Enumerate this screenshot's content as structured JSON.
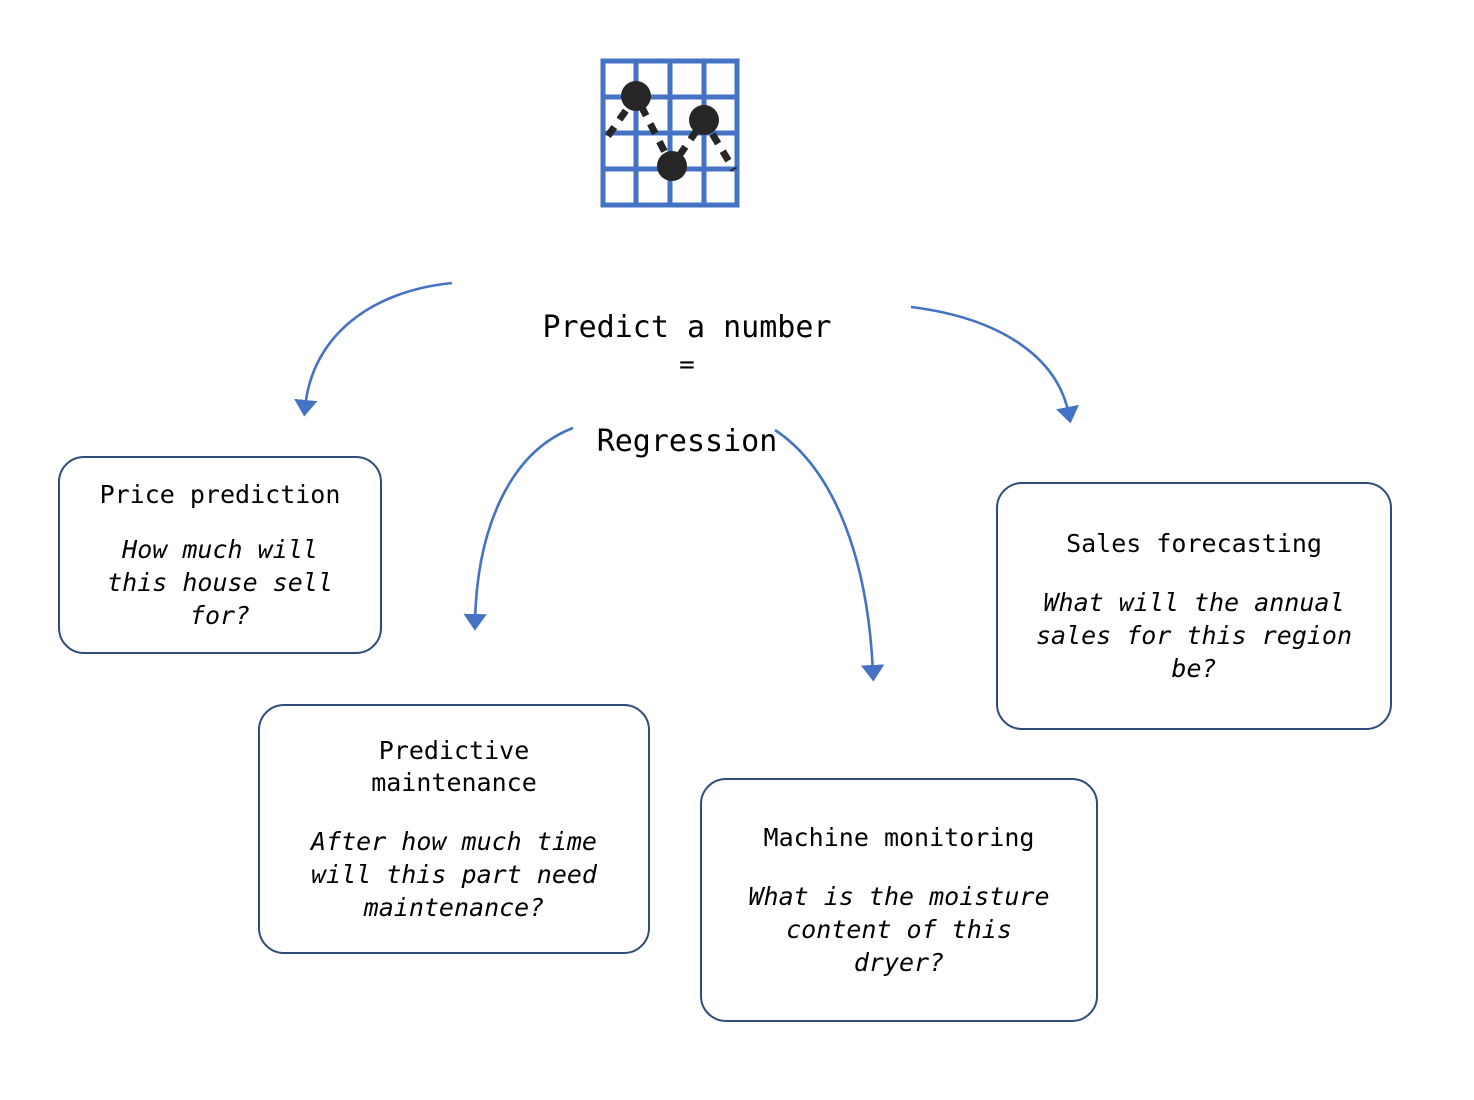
{
  "diagram": {
    "icon": {
      "name": "scatter-line-chart-icon",
      "grid_color": "#4472C4",
      "point_color": "#262626",
      "points": [
        {
          "x": 0.26,
          "y": 0.28
        },
        {
          "x": 0.52,
          "y": 0.7
        },
        {
          "x": 0.74,
          "y": 0.47
        }
      ]
    },
    "center": {
      "line1": "Predict a number",
      "equals": "=",
      "line2": "Regression"
    },
    "arrow_color": "#4472C4",
    "box_border_color": "#2E4B7C",
    "nodes": [
      {
        "id": "price-prediction",
        "title": "Price prediction",
        "description": "How much will\nthis house sell\nfor?"
      },
      {
        "id": "predictive-maintenance",
        "title": "Predictive\nmaintenance",
        "description": "After how much time\nwill this part need\nmaintenance?"
      },
      {
        "id": "machine-monitoring",
        "title": "Machine monitoring",
        "description": "What is the moisture\ncontent of this\ndryer?"
      },
      {
        "id": "sales-forecasting",
        "title": "Sales forecasting",
        "description": "What will the annual\nsales for this region\nbe?"
      }
    ]
  }
}
